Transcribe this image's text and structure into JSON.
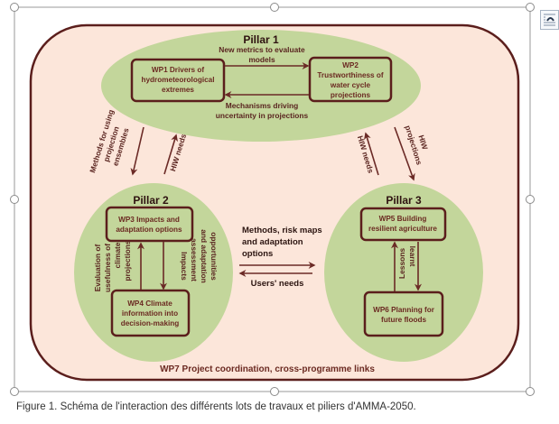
{
  "diagram": {
    "outer_label": "WP7 Project coordination,  cross-programme links",
    "pillars": [
      {
        "title": "Pillar 1"
      },
      {
        "title": "Pillar 2"
      },
      {
        "title": "Pillar 3"
      }
    ],
    "work_packages": {
      "wp1": [
        "WP1 Drivers of",
        "hydrometeorological",
        "extremes"
      ],
      "wp2": [
        "WP2",
        "Trustworthiness of",
        "water cycle",
        "projections"
      ],
      "wp3": [
        "WP3 Impacts and",
        "adaptation options"
      ],
      "wp4": [
        "WP4 Climate",
        "information into",
        "decision-making"
      ],
      "wp5": [
        "WP5 Building",
        "resilient agriculture"
      ],
      "wp6": [
        "WP6 Planning for",
        "future floods"
      ]
    },
    "links": {
      "wp1_to_wp2": [
        "New metrics to evaluate",
        "models"
      ],
      "wp2_to_wp1": [
        "Mechanisms driving",
        "uncertainty in projections"
      ],
      "p1_to_p2": [
        "Methods for using",
        "projection",
        "ensembles"
      ],
      "p2_to_p1": [
        "HIW needs"
      ],
      "p3_to_p1": [
        "HIW needs"
      ],
      "p1_to_p3": [
        "HIW",
        "projections"
      ],
      "wp4_to_wp3": [
        "Evaluation of",
        "usefulness of",
        "climate",
        "projections"
      ],
      "wp3_to_wp4": [
        "Impacts",
        "assessment",
        "and adaptation",
        "opportunities"
      ],
      "wp6_wp5": [
        "Lessons",
        "learnt"
      ],
      "p2_to_p3": [
        "Methods, risk maps",
        "and adaptation",
        "options"
      ],
      "p3_to_p2": [
        "Users' needs"
      ]
    },
    "colors": {
      "outer_fill": "#fce6da",
      "outer_stroke": "#5b1e1c",
      "ellipse_fill": "#c3d69b",
      "box_stroke": "#5b1e1c",
      "arrow": "#6b2a26"
    }
  },
  "caption": "Figure 1. Schéma de l'interaction des différents lots de travaux et piliers d'AMMA-2050.",
  "layout_options_icon": "layout-options-icon"
}
